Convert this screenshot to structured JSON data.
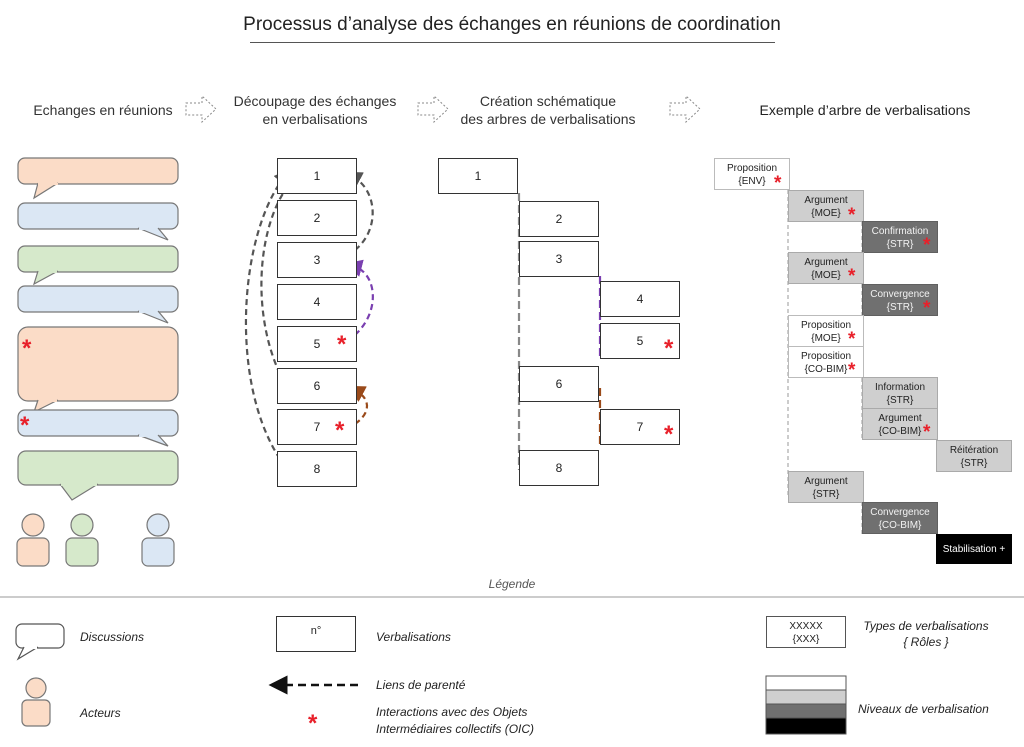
{
  "title": "Processus d’analyse des échanges en réunions de coordination",
  "columns": {
    "c1": "Echanges en réunions",
    "c2_line1": "Découpage des échanges",
    "c2_line2": "en verbalisations",
    "c3_line1": "Création schématique",
    "c3_line2": "des arbres de verbalisations",
    "c4": "Exemple d’arbre de verbalisations"
  },
  "verbalisations": [
    "1",
    "2",
    "3",
    "4",
    "5",
    "6",
    "7",
    "8"
  ],
  "tree_nodes": [
    {
      "type": "Proposition",
      "role": "{ENV}",
      "level": 0,
      "oic": true
    },
    {
      "type": "Argument",
      "role": "{MOE}",
      "level": 1,
      "oic": true
    },
    {
      "type": "Confirmation",
      "role": "{STR}",
      "level": 2,
      "oic": true
    },
    {
      "type": "Argument",
      "role": "{MOE}",
      "level": 1,
      "oic": true
    },
    {
      "type": "Convergence",
      "role": "{STR}",
      "level": 2,
      "oic": true
    },
    {
      "type": "Proposition",
      "role": "{MOE}",
      "level": 0,
      "oic": true
    },
    {
      "type": "Proposition",
      "role": "{CO-BIM}",
      "level": 0,
      "oic": true
    },
    {
      "type": "Information",
      "role": "{STR}",
      "level": 1,
      "oic": false
    },
    {
      "type": "Argument",
      "role": "{CO-BIM}",
      "level": 1,
      "oic": true
    },
    {
      "type": "Réitération",
      "role": "{STR}",
      "level": 1,
      "oic": false
    },
    {
      "type": "Argument",
      "role": "{STR}",
      "level": 1,
      "oic": false
    },
    {
      "type": "Convergence",
      "role": "{CO-BIM}",
      "level": 2,
      "oic": false
    },
    {
      "type": "Stabilisation +",
      "role": "",
      "level": 3,
      "oic": false
    }
  ],
  "legend": {
    "heading": "Légende",
    "discussions": "Discussions",
    "acteurs": "Acteurs",
    "n_symbol": "n°",
    "verbalisations": "Verbalisations",
    "liens": "Liens de parenté",
    "interactions_line1": "Interactions avec des Objets",
    "interactions_line2": "Intermédiaires collectifs (OIC)",
    "types_box_line1": "XXXXX",
    "types_box_line2": "{XXX}",
    "types_line1": "Types de verbalisations",
    "types_line2": "{ Rôles }",
    "niveaux": "Niveaux de verbalisation"
  },
  "colors": {
    "peach": "#fbdcc7",
    "blue": "#dbe7f4",
    "green": "#d6e9cb",
    "oic_red": "#e8202a",
    "link_gray": "#555555",
    "link_purple": "#7a3fb0",
    "link_brown": "#9a4a1a"
  },
  "icons": [
    "speech-bubble-icon",
    "actor-icon",
    "arrow-right-icon",
    "asterisk-icon"
  ]
}
